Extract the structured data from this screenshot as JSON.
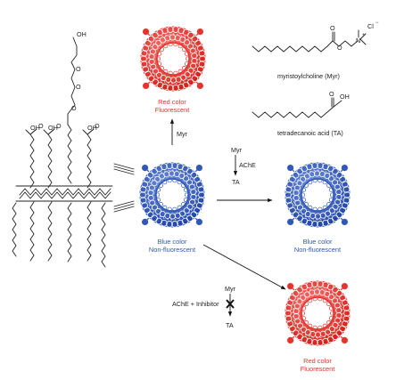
{
  "labels": {
    "myr_chem": "myristoylcholine (Myr)",
    "ta_chem": "tetradecanoic acid (TA)",
    "cl_ion": "Cl",
    "cl_charge": "−",
    "n_charge": "+",
    "n_atom": "N",
    "o_atom": "O",
    "oh_group": "OH",
    "myr": "Myr",
    "ache": "AChE",
    "ta": "TA",
    "ache_inhibitor": "AChE + Inhibitor",
    "top_state_1": "Red color",
    "top_state_2": "Fluorescent",
    "mid_state_1": "Blue color",
    "mid_state_2": "Non-fluorescent",
    "right_state_1": "Blue color",
    "right_state_2": "Non-fluorescent",
    "bottom_state_1": "Red color",
    "bottom_state_2": "Fluorescent"
  },
  "colors": {
    "red": "#e8322c",
    "blue": "#2f58b8",
    "ink": "#222222"
  },
  "icons": {
    "vesicle": "polydiacetylene-vesicle",
    "block": "x-cross-icon"
  }
}
